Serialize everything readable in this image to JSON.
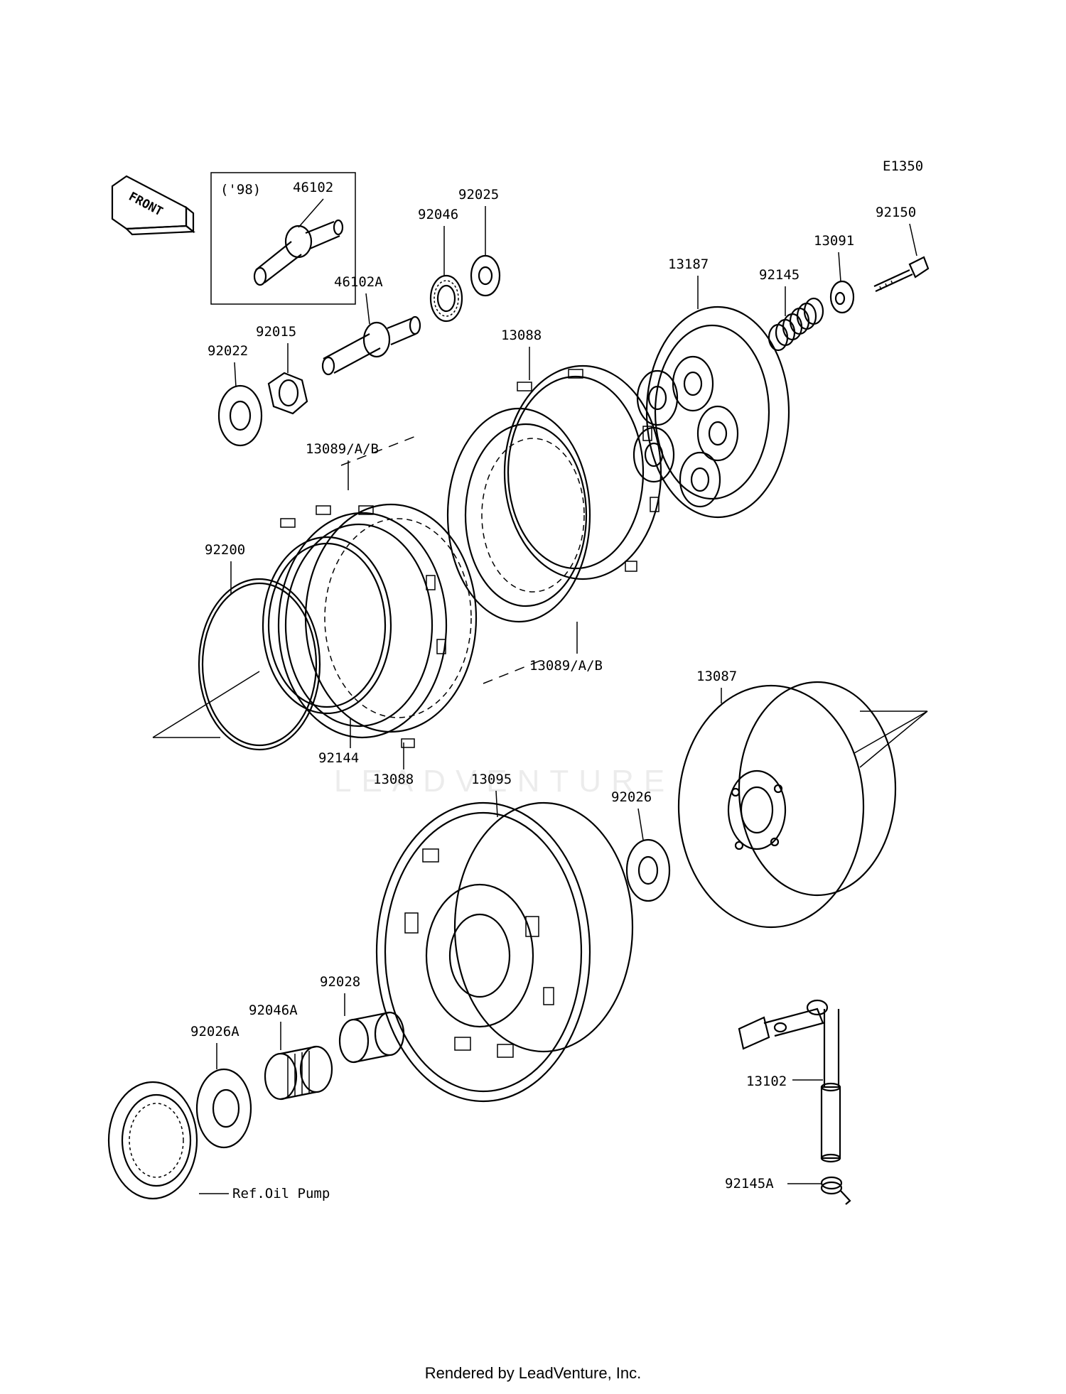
{
  "diagram_code": "E1350",
  "front_label": "FRONT",
  "inset_label": "('98)",
  "footer": "Rendered by LeadVenture, Inc.",
  "watermark": "LEADVENTURE",
  "labels": {
    "p46102": "46102",
    "p46102A": "46102A",
    "p92015": "92015",
    "p92022": "92022",
    "p92046": "92046",
    "p92025": "92025",
    "p13088_top": "13088",
    "p13187": "13187",
    "p92145": "92145",
    "p13091": "13091",
    "p92150": "92150",
    "p13089_top": "13089/A/B",
    "p92200": "92200",
    "p13089_bottom": "13089/A/B",
    "p13087": "13087",
    "p92144": "92144",
    "p13088_bottom": "13088",
    "p13095": "13095",
    "p92026": "92026",
    "p92028": "92028",
    "p92046A": "92046A",
    "p92026A": "92026A",
    "p13102": "13102",
    "p92145A": "92145A",
    "ref_oil_pump": "Ref.Oil Pump"
  }
}
